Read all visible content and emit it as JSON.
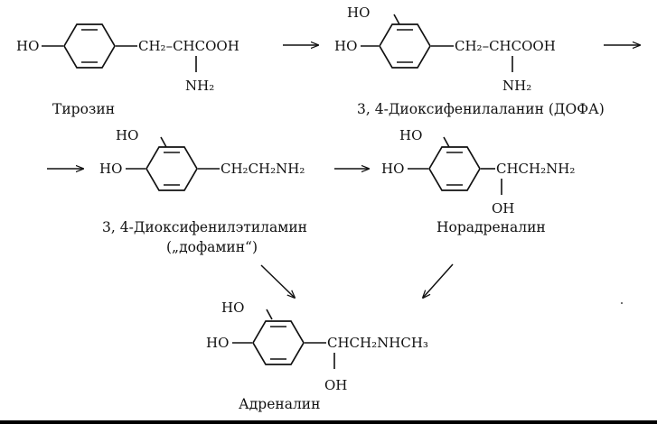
{
  "colors": {
    "ink": "#111111",
    "background": "#ffffff"
  },
  "compounds": {
    "tyrosine": {
      "name": "Тирозин",
      "ho": "HO",
      "chain": "CH₂–CHCOOH",
      "amine": "NH₂"
    },
    "dopa": {
      "name": "3, 4-Диоксифенилаланин (ДОФА)",
      "ho_top": "HO",
      "ho_left": "HO",
      "chain": "CH₂–CHCOOH",
      "amine": "NH₂"
    },
    "dopamine": {
      "name_line1": "3, 4-Диоксифенилэтиламин",
      "name_line2": "(„дофамин“)",
      "ho_top": "HO",
      "ho_left": "HO",
      "chain": "CH₂CH₂NH₂"
    },
    "noradrenaline": {
      "name": "Норадреналин",
      "ho_top": "HO",
      "ho_left": "HO",
      "chain": "CHCH₂NH₂",
      "hydroxyl": "OH"
    },
    "adrenaline": {
      "name": "Адреналин",
      "ho_top": "HO",
      "ho_left": "HO",
      "chain": "CHCH₂NHCH₃",
      "hydroxyl": "OH"
    }
  }
}
